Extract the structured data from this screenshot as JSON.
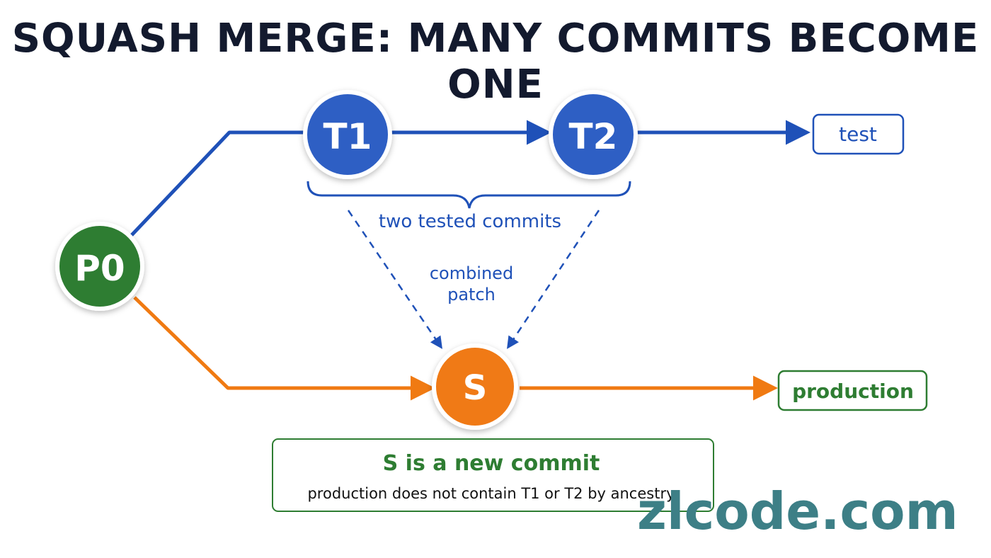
{
  "title": "SQUASH MERGE: MANY COMMITS BECOME ONE",
  "nodes": {
    "p0": "P0",
    "t1": "T1",
    "t2": "T2",
    "s": "S"
  },
  "branches": {
    "test": "test",
    "production": "production"
  },
  "annotations": {
    "brace_label": "two tested commits",
    "patch_line1": "combined",
    "patch_line2": "patch"
  },
  "callout": {
    "heading": "S is a new commit",
    "body": "production does not contain T1 or T2 by ancestry"
  },
  "watermark": "zlcode.com",
  "colors": {
    "test_blue": "#1f51b8",
    "node_blue": "#2f5fc4",
    "production_orange": "#f07a12",
    "node_green": "#2e7d32",
    "label_green": "#2e7d32",
    "title_dark": "#131a2e",
    "watermark_teal": "#3d7f86"
  }
}
